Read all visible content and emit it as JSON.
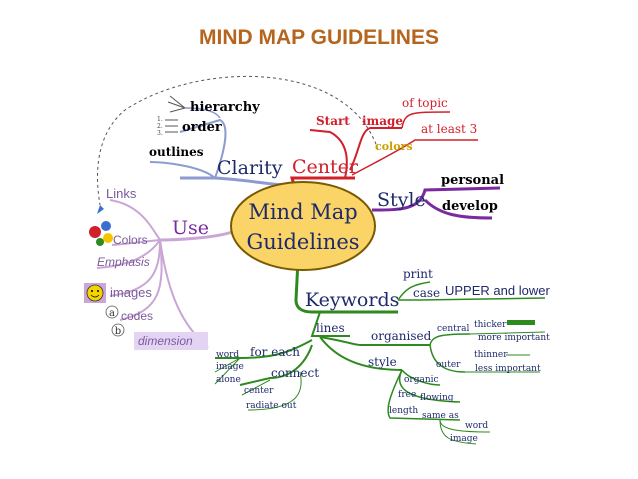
{
  "title": "MIND MAP GUIDELINES",
  "center": {
    "line1": "Mind Map",
    "line2": "Guidelines"
  },
  "branches": {
    "clarity": {
      "label": "Clarity",
      "items": [
        "hierarchy",
        "order",
        "outlines"
      ],
      "numbers": [
        "1.",
        "2.",
        "3."
      ]
    },
    "center": {
      "label": "Center",
      "items": [
        "Start",
        "image",
        "of topic",
        "at least 3",
        "colors"
      ]
    },
    "style": {
      "label": "Style",
      "items": [
        "personal",
        "develop"
      ]
    },
    "use": {
      "label": "Use",
      "items": [
        "Links",
        "Colors",
        "Emphasis",
        "images",
        "codes",
        "dimension"
      ],
      "codes_marks": [
        "a",
        "b"
      ]
    },
    "keywords": {
      "label": "Keywords",
      "print": "print",
      "case": "case",
      "upper_lower": "UPPER and lower",
      "lines": "lines",
      "organised": "organised",
      "central": "central",
      "thicker": "thicker",
      "more_important": "more important",
      "outer": "outer",
      "thinner": "thinner",
      "less_important": "less important",
      "style": "style",
      "organic": "organic",
      "free": "free",
      "flowing": "flowing",
      "length": "length",
      "same_as": "same as",
      "word2": "word",
      "image2": "image",
      "for_each": "for each",
      "word": "word",
      "image": "image",
      "alone": "alone",
      "connect": "connect",
      "center_lbl": "center",
      "radiate_out": "radiate out"
    }
  },
  "colors": {
    "title": "#b5651d",
    "bubble_fill": "#fbd468",
    "bubble_stroke": "#7a5a00",
    "clarity": "#8e9bd0",
    "center": "#d0202a",
    "style": "#7a2aa0",
    "use": "#c9a6d6",
    "keywords": "#2e8a1f",
    "keywords_text": "#1e2a6a"
  }
}
